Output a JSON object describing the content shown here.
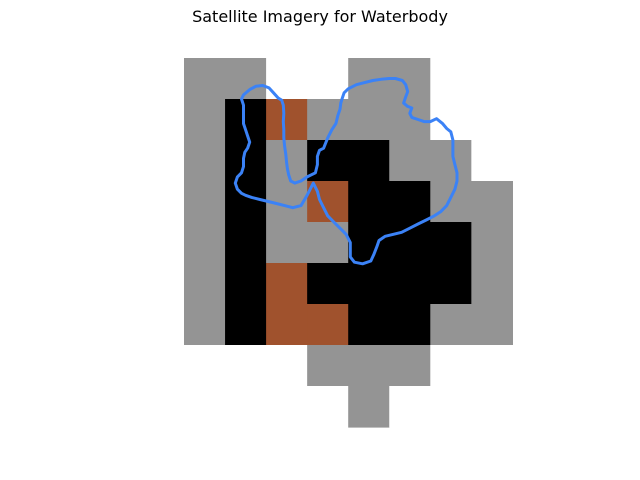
{
  "chart_data": {
    "type": "heatmap",
    "title": "Satellite Imagery for Waterbody",
    "xlabel": "",
    "ylabel": "",
    "grid": false,
    "legend": "none",
    "axes_visible": false,
    "colors": {
      "0": "#ffffff",
      "1": "#949494",
      "2": "#000000",
      "3": "#a0522d",
      "outline": "#3b82f6"
    },
    "cells": [
      [
        1,
        1,
        0,
        0,
        1,
        1,
        0,
        0
      ],
      [
        1,
        2,
        3,
        1,
        1,
        1,
        0,
        0
      ],
      [
        1,
        2,
        1,
        2,
        2,
        1,
        1,
        0
      ],
      [
        1,
        2,
        1,
        3,
        2,
        2,
        1,
        1
      ],
      [
        1,
        2,
        1,
        1,
        2,
        2,
        2,
        1
      ],
      [
        1,
        2,
        3,
        2,
        2,
        2,
        2,
        1
      ],
      [
        1,
        2,
        3,
        3,
        2,
        2,
        1,
        1
      ],
      [
        0,
        0,
        0,
        1,
        1,
        1,
        0,
        0
      ],
      [
        0,
        0,
        0,
        0,
        1,
        0,
        0,
        0
      ]
    ],
    "outline": [
      [
        1.6,
        0.77
      ],
      [
        1.75,
        0.69
      ],
      [
        1.92,
        0.67
      ],
      [
        2.07,
        0.73
      ],
      [
        2.18,
        0.85
      ],
      [
        2.3,
        0.98
      ],
      [
        2.38,
        1.03
      ],
      [
        2.42,
        1.15
      ],
      [
        2.43,
        1.35
      ],
      [
        2.42,
        1.55
      ],
      [
        2.43,
        1.75
      ],
      [
        2.43,
        1.95
      ],
      [
        2.45,
        2.15
      ],
      [
        2.48,
        2.35
      ],
      [
        2.5,
        2.55
      ],
      [
        2.52,
        2.7
      ],
      [
        2.55,
        2.85
      ],
      [
        2.6,
        3.0
      ],
      [
        2.7,
        3.05
      ],
      [
        2.85,
        3.0
      ],
      [
        3.0,
        2.9
      ],
      [
        3.2,
        2.8
      ],
      [
        3.25,
        2.6
      ],
      [
        3.25,
        2.4
      ],
      [
        3.3,
        2.25
      ],
      [
        3.4,
        2.2
      ],
      [
        3.5,
        1.95
      ],
      [
        3.6,
        1.75
      ],
      [
        3.7,
        1.6
      ],
      [
        3.75,
        1.4
      ],
      [
        3.8,
        1.25
      ],
      [
        3.82,
        1.1
      ],
      [
        3.85,
        1.0
      ],
      [
        3.9,
        0.85
      ],
      [
        4.0,
        0.75
      ],
      [
        4.2,
        0.65
      ],
      [
        4.4,
        0.6
      ],
      [
        4.6,
        0.55
      ],
      [
        4.8,
        0.52
      ],
      [
        5.0,
        0.5
      ],
      [
        5.15,
        0.5
      ],
      [
        5.32,
        0.55
      ],
      [
        5.4,
        0.65
      ],
      [
        5.45,
        0.82
      ],
      [
        5.4,
        0.95
      ],
      [
        5.35,
        1.1
      ],
      [
        5.45,
        1.18
      ],
      [
        5.55,
        1.22
      ],
      [
        5.5,
        1.35
      ],
      [
        5.55,
        1.45
      ],
      [
        5.7,
        1.5
      ],
      [
        5.85,
        1.55
      ],
      [
        6.0,
        1.55
      ],
      [
        6.15,
        1.48
      ],
      [
        6.3,
        1.6
      ],
      [
        6.4,
        1.72
      ],
      [
        6.5,
        1.8
      ],
      [
        6.55,
        2.0
      ],
      [
        6.55,
        2.2
      ],
      [
        6.55,
        2.4
      ],
      [
        6.6,
        2.6
      ],
      [
        6.65,
        2.8
      ],
      [
        6.65,
        3.0
      ],
      [
        6.6,
        3.2
      ],
      [
        6.5,
        3.4
      ],
      [
        6.4,
        3.6
      ],
      [
        6.25,
        3.75
      ],
      [
        6.1,
        3.85
      ],
      [
        5.9,
        3.95
      ],
      [
        5.7,
        4.05
      ],
      [
        5.5,
        4.15
      ],
      [
        5.3,
        4.25
      ],
      [
        5.1,
        4.3
      ],
      [
        4.9,
        4.35
      ],
      [
        4.75,
        4.45
      ],
      [
        4.7,
        4.6
      ],
      [
        4.62,
        4.8
      ],
      [
        4.55,
        4.95
      ],
      [
        4.35,
        5.02
      ],
      [
        4.15,
        4.98
      ],
      [
        4.05,
        4.85
      ],
      [
        4.05,
        4.65
      ],
      [
        4.05,
        4.5
      ],
      [
        3.95,
        4.3
      ],
      [
        3.8,
        4.15
      ],
      [
        3.65,
        4.0
      ],
      [
        3.5,
        3.85
      ],
      [
        3.4,
        3.65
      ],
      [
        3.3,
        3.45
      ],
      [
        3.25,
        3.25
      ],
      [
        3.15,
        3.05
      ],
      [
        3.0,
        3.35
      ],
      [
        2.85,
        3.6
      ],
      [
        2.65,
        3.65
      ],
      [
        2.45,
        3.6
      ],
      [
        2.25,
        3.55
      ],
      [
        2.05,
        3.5
      ],
      [
        1.85,
        3.45
      ],
      [
        1.65,
        3.4
      ],
      [
        1.5,
        3.35
      ],
      [
        1.4,
        3.3
      ],
      [
        1.3,
        3.2
      ],
      [
        1.25,
        3.05
      ],
      [
        1.3,
        2.9
      ],
      [
        1.4,
        2.8
      ],
      [
        1.45,
        2.65
      ],
      [
        1.45,
        2.45
      ],
      [
        1.48,
        2.3
      ],
      [
        1.55,
        2.2
      ],
      [
        1.6,
        2.05
      ],
      [
        1.55,
        1.9
      ],
      [
        1.5,
        1.75
      ],
      [
        1.45,
        1.6
      ],
      [
        1.45,
        1.45
      ],
      [
        1.45,
        1.3
      ],
      [
        1.45,
        1.15
      ],
      [
        1.4,
        1.0
      ],
      [
        1.45,
        0.9
      ],
      [
        1.6,
        0.77
      ]
    ]
  }
}
